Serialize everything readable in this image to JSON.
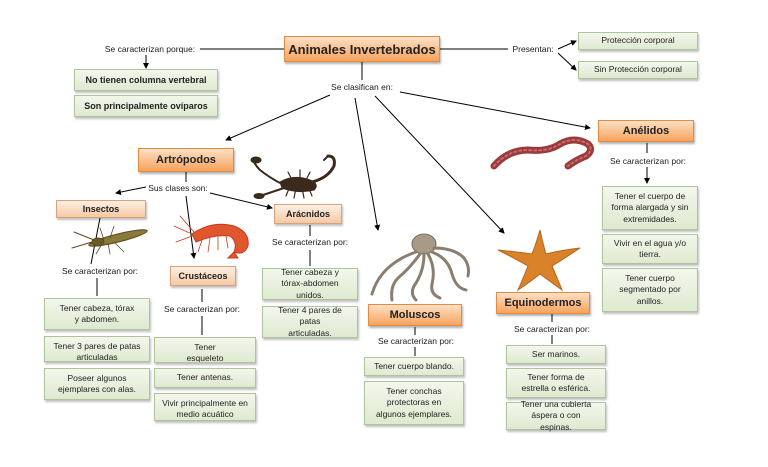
{
  "title": "Animales Invertebrados",
  "left_caption": "Se caracterizan porque:",
  "right_caption": "Presentan:",
  "classify_caption": "Se clasifican en:",
  "left_boxes": [
    "No tienen columna vertebral",
    "Son principalmente ovíparos"
  ],
  "right_boxes": [
    "Protección corporal",
    "Sin Protección corporal"
  ],
  "artropodos": {
    "label": "Artrópodos",
    "classes_caption": "Sus clases son:",
    "insectos": {
      "label": "Insectos",
      "caption": "Se caracterizan por:",
      "traits": [
        "Tener cabeza, tórax y abdomen.",
        "Tener 3 pares de patas articuladas",
        "Poseer algunos ejemplares con alas."
      ]
    },
    "crustaceos": {
      "label": "Crustáceos",
      "caption": "Se caracterizan por:",
      "traits": [
        "Tener esqueleto externo",
        "Tener antenas.",
        "Vivir principalmente en medio acuático"
      ]
    },
    "aracnidos": {
      "label": "Arácnidos",
      "caption": "Se caracterizan por:",
      "traits": [
        "Tener cabeza y tórax-abdomen unidos.",
        "Tener 4 pares de patas articuladas."
      ]
    }
  },
  "moluscos": {
    "label": "Moluscos",
    "caption": "Se caracterizan por:",
    "traits": [
      "Tener cuerpo blando.",
      "Tener conchas protectoras en algunos ejemplares."
    ]
  },
  "equinodermos": {
    "label": "Equinodermos",
    "caption": "Se caracterizan por:",
    "traits": [
      "Ser marinos.",
      "Tener forma de estrella o esférica.",
      "Tener una cubierta áspera o con espinas."
    ]
  },
  "anelidos": {
    "label": "Anélidos",
    "caption": "Se caracterizan por:",
    "traits": [
      "Tener el cuerpo de forma alargada y sin extremidades.",
      "Vivir en el agua y/o tierra.",
      "Tener cuerpo segmentado por anillos."
    ]
  },
  "colors": {
    "orange_border": "#e58a3e",
    "green_border": "#aec49a"
  }
}
